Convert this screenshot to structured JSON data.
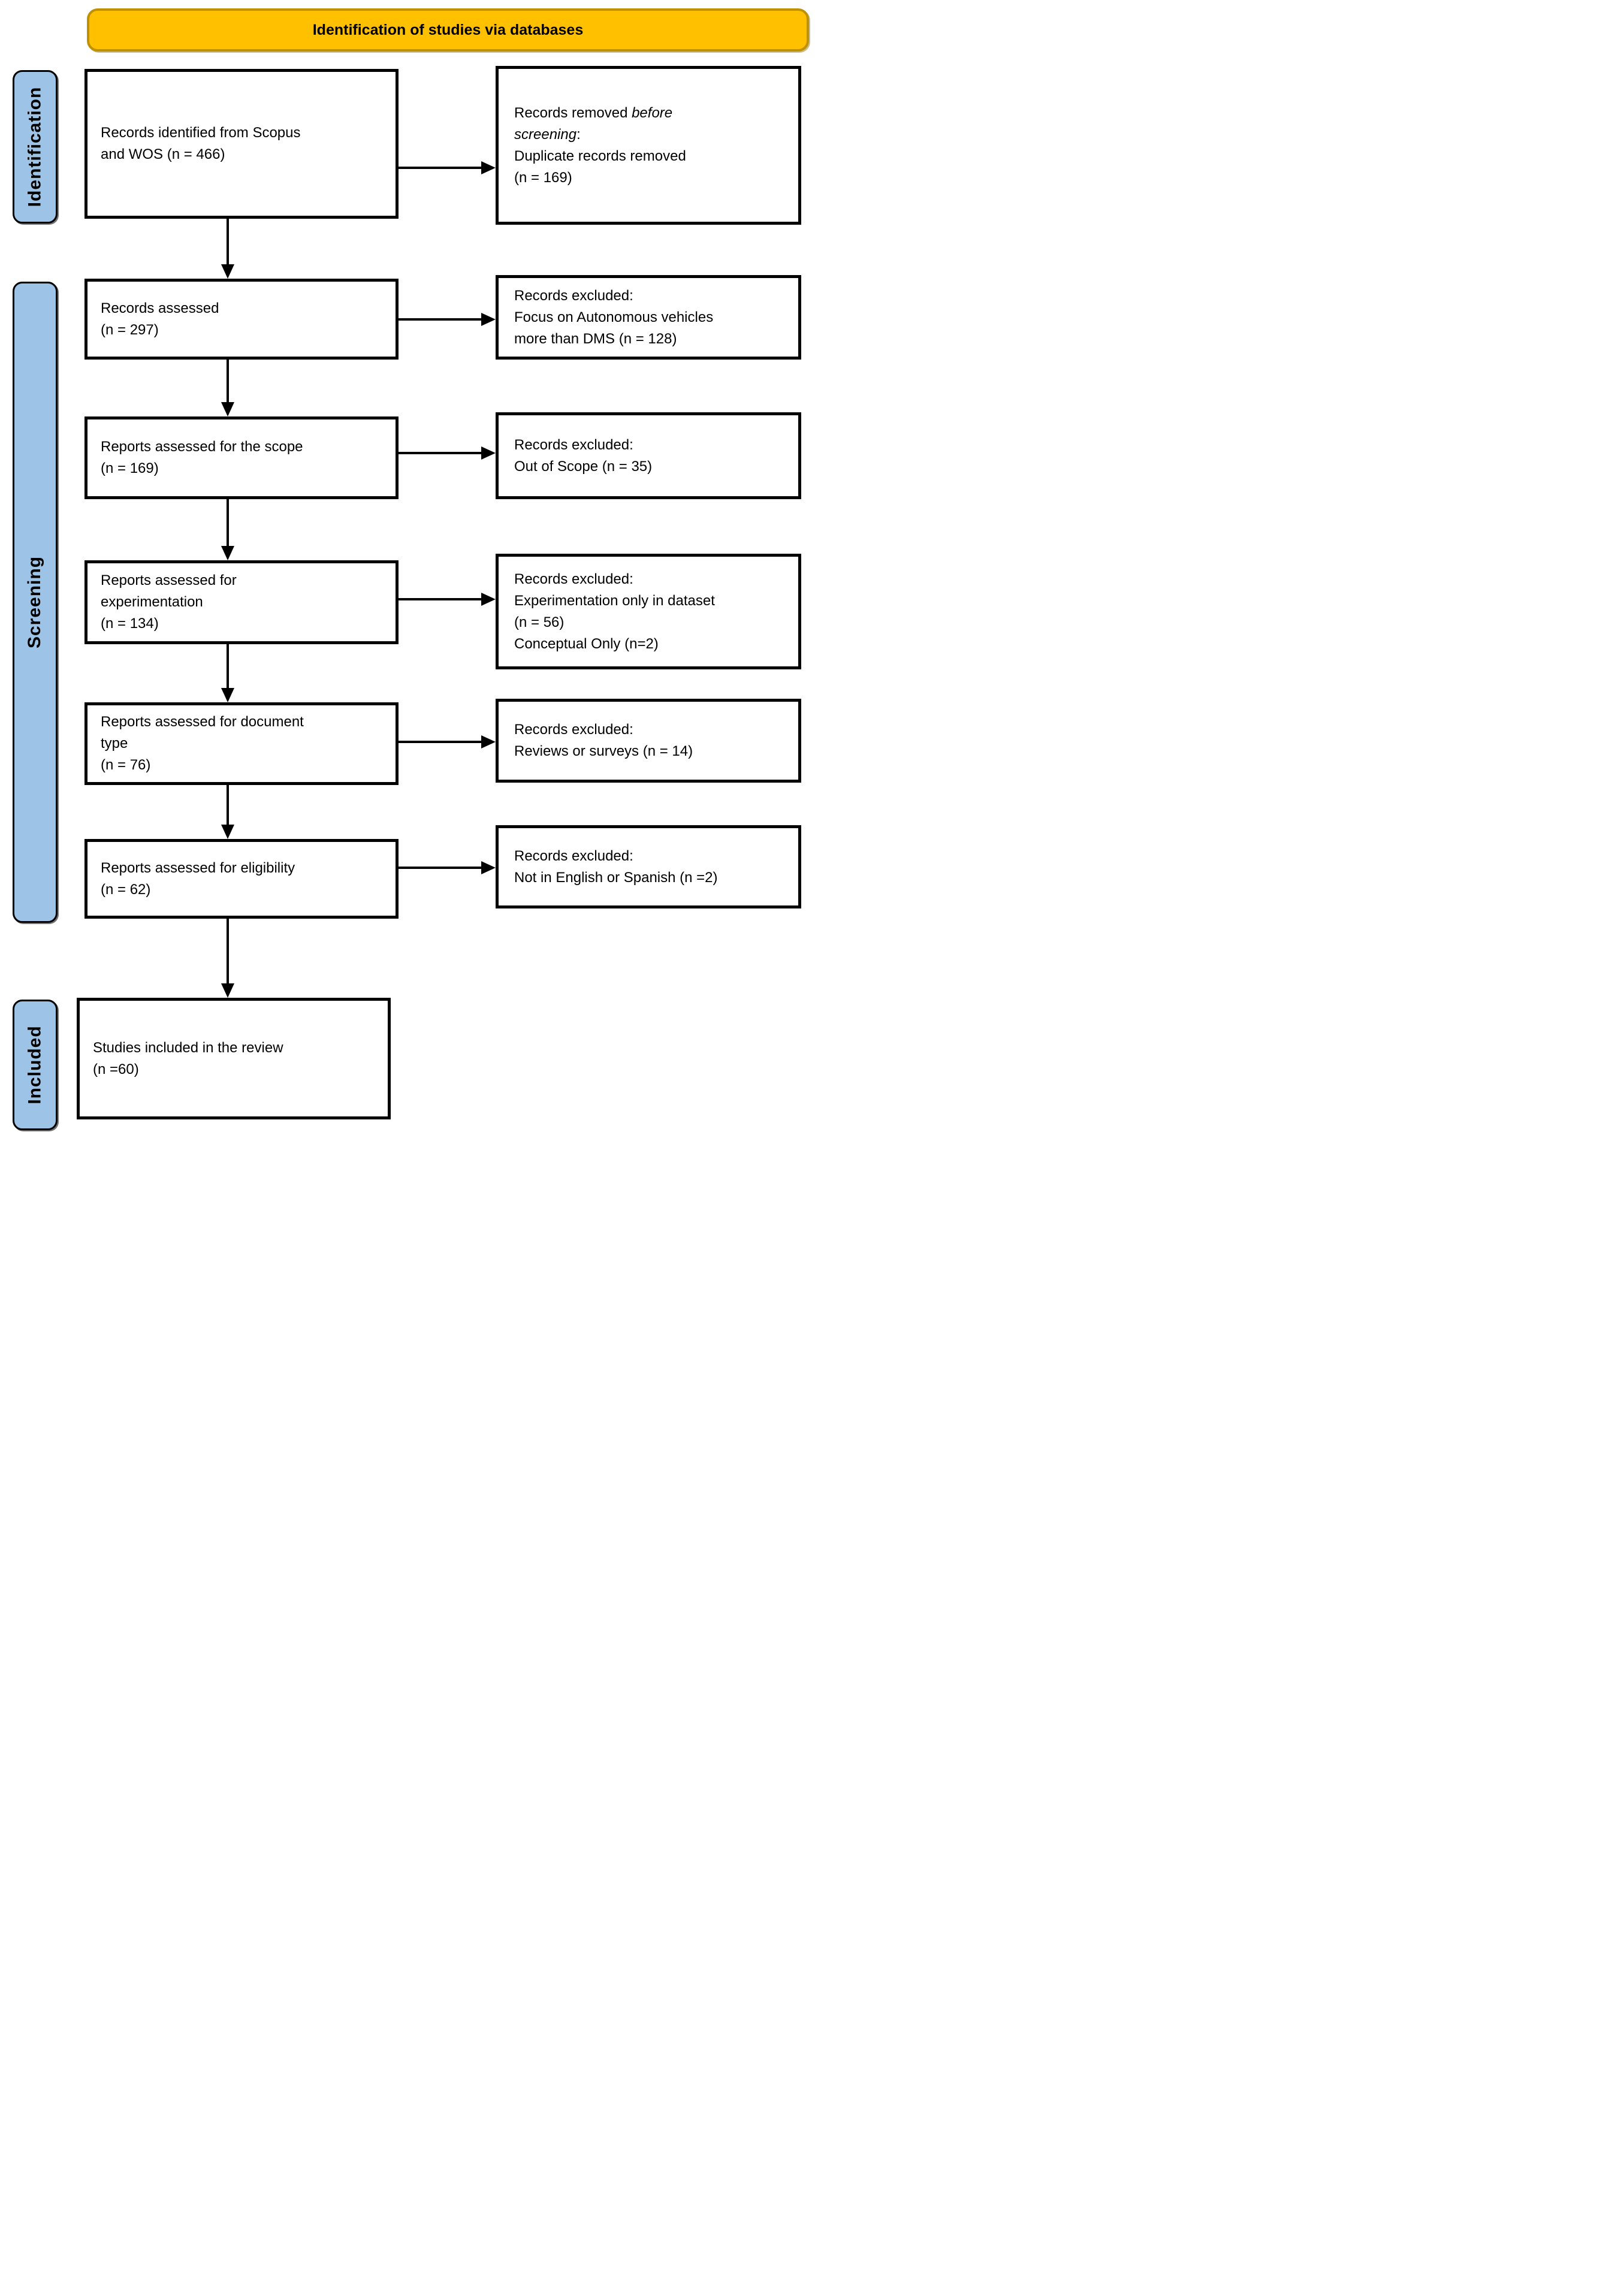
{
  "title": "Identification of studies via databases",
  "stages": {
    "identification": "Identification",
    "screening": "Screening",
    "included": "Included"
  },
  "left_boxes": [
    {
      "lines": [
        "Records identified from Scopus",
        "and WOS (n = 466)"
      ]
    },
    {
      "lines": [
        "Records assessed",
        "(n = 297)"
      ]
    },
    {
      "lines": [
        "Reports assessed for the scope",
        "(n = 169)"
      ]
    },
    {
      "lines": [
        "Reports assessed for",
        "experimentation",
        "(n = 134)"
      ]
    },
    {
      "lines": [
        "Reports assessed for document",
        "type",
        "(n = 76)"
      ]
    },
    {
      "lines": [
        "Reports assessed for eligibility",
        "(n = 62)"
      ]
    },
    {
      "lines": [
        "Studies included in the review",
        "(n =60)"
      ]
    }
  ],
  "right_boxes": [
    {
      "heading_normal": "Records removed ",
      "heading_italic_1": "before",
      "heading_italic_2": "screening",
      "heading_suffix": ":",
      "indented_lines": [
        "Duplicate records removed",
        "(n = 169)"
      ]
    },
    {
      "lines": [
        "Records excluded:",
        "Focus on Autonomous vehicles",
        "more than DMS (n = 128)"
      ]
    },
    {
      "lines": [
        "Records excluded:",
        "Out of Scope (n = 35)"
      ]
    },
    {
      "lines": [
        "Records excluded:",
        "Experimentation only in dataset",
        "(n = 56)",
        "Conceptual Only (n=2)"
      ]
    },
    {
      "lines": [
        "Records excluded:",
        "Reviews or surveys (n = 14)"
      ]
    },
    {
      "lines": [
        "Records excluded:",
        "Not in English or Spanish (n =2)"
      ]
    }
  ],
  "colors": {
    "title_fill": "#FFC000",
    "title_border": "#BF9000",
    "stage_fill": "#9DC3E6",
    "stage_border": "#000000",
    "box_border": "#000000",
    "arrow": "#000000"
  }
}
